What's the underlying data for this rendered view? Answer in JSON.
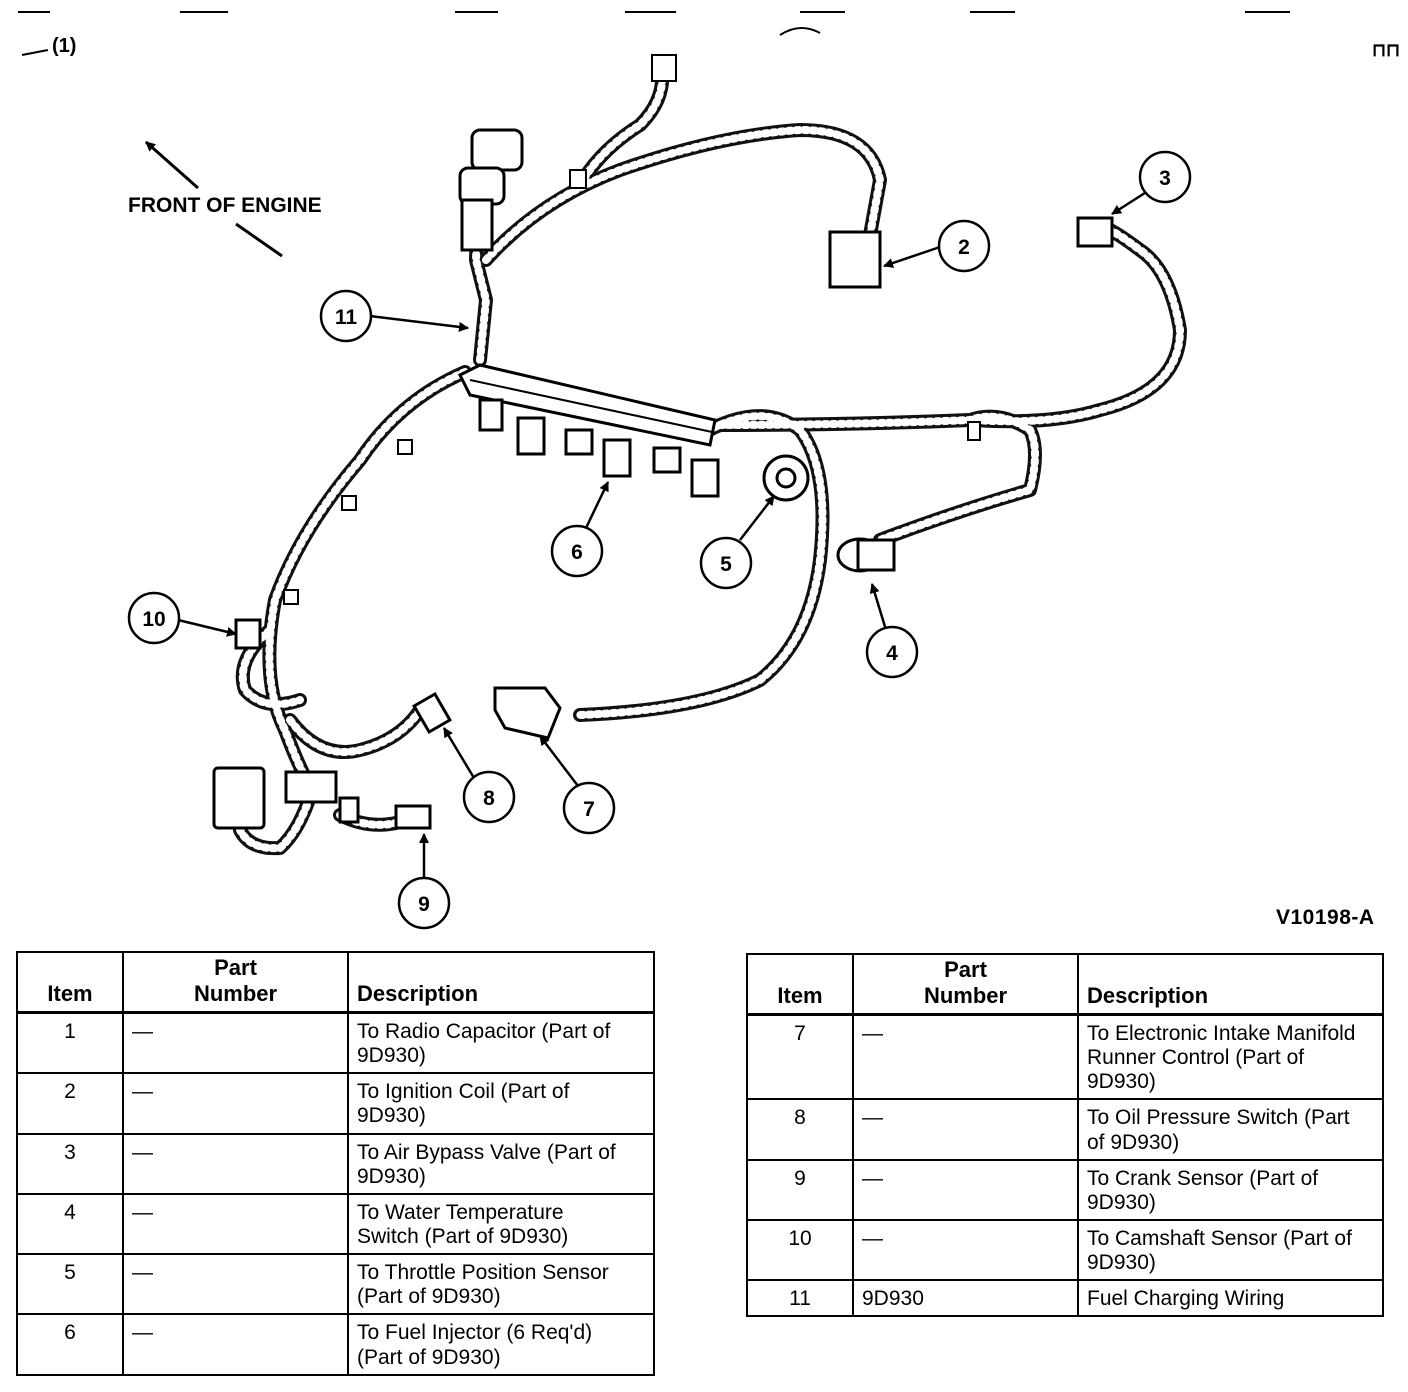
{
  "diagram": {
    "front_label": "FRONT OF ENGINE",
    "figure_code": "V10198-A",
    "corner_mark": "(1)",
    "callouts": [
      "1",
      "2",
      "3",
      "4",
      "5",
      "6",
      "7",
      "8",
      "9",
      "10",
      "11"
    ]
  },
  "table_headers": {
    "item": "Item",
    "part_line1": "Part",
    "part_line2": "Number",
    "description": "Description"
  },
  "left_table": [
    {
      "item": "1",
      "part": "—",
      "desc_l1": "To Radio Capacitor (Part of",
      "desc_l2": "9D930)",
      "desc_l3": ""
    },
    {
      "item": "2",
      "part": "—",
      "desc_l1": "To Ignition Coil (Part of",
      "desc_l2": "9D930)",
      "desc_l3": ""
    },
    {
      "item": "3",
      "part": "—",
      "desc_l1": "To Air Bypass Valve (Part of",
      "desc_l2": "9D930)",
      "desc_l3": ""
    },
    {
      "item": "4",
      "part": "—",
      "desc_l1": "To Water Temperature",
      "desc_l2": "Switch (Part of 9D930)",
      "desc_l3": ""
    },
    {
      "item": "5",
      "part": "—",
      "desc_l1": "To Throttle Position Sensor",
      "desc_l2": "(Part of 9D930)",
      "desc_l3": ""
    },
    {
      "item": "6",
      "part": "—",
      "desc_l1": "To Fuel Injector (6 Req'd)",
      "desc_l2": "(Part of 9D930)",
      "desc_l3": ""
    }
  ],
  "right_table": [
    {
      "item": "7",
      "part": "—",
      "desc_l1": "To Electronic Intake Manifold",
      "desc_l2": "Runner Control (Part of",
      "desc_l3": "9D930)"
    },
    {
      "item": "8",
      "part": "—",
      "desc_l1": "To Oil Pressure Switch (Part",
      "desc_l2": "of 9D930)",
      "desc_l3": ""
    },
    {
      "item": "9",
      "part": "—",
      "desc_l1": "To Crank Sensor (Part of",
      "desc_l2": "9D930)",
      "desc_l3": ""
    },
    {
      "item": "10",
      "part": "—",
      "desc_l1": "To Camshaft Sensor (Part of",
      "desc_l2": "9D930)",
      "desc_l3": ""
    },
    {
      "item": "11",
      "part": "9D930",
      "desc_l1": "Fuel Charging Wiring",
      "desc_l2": "",
      "desc_l3": ""
    }
  ]
}
